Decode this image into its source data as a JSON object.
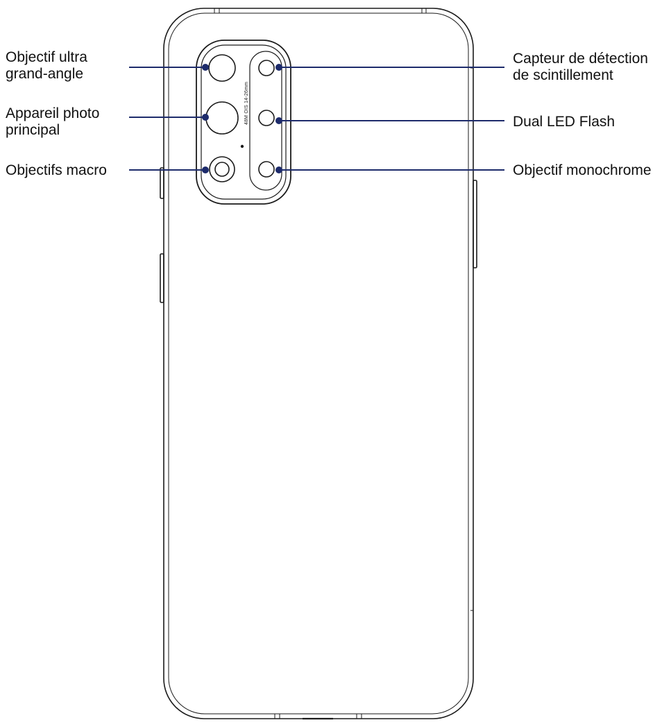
{
  "colors": {
    "line": "#1a1a1a",
    "callout": "#1d2b6b",
    "text": "#111111"
  },
  "camera_module": {
    "spec_text": "48M OIS 14-26mm"
  },
  "callouts": {
    "ultra_wide": {
      "line1": "Objectif ultra",
      "line2": "grand-angle"
    },
    "main_camera": {
      "line1": "Appareil photo",
      "line2": "principal"
    },
    "macro": {
      "line1": "Objectifs macro"
    },
    "flicker_sensor": {
      "line1": "Capteur de détection",
      "line2": "de scintillement"
    },
    "flash": {
      "line1": "Dual LED Flash"
    },
    "monochrome": {
      "line1": "Objectif monochrome"
    }
  }
}
